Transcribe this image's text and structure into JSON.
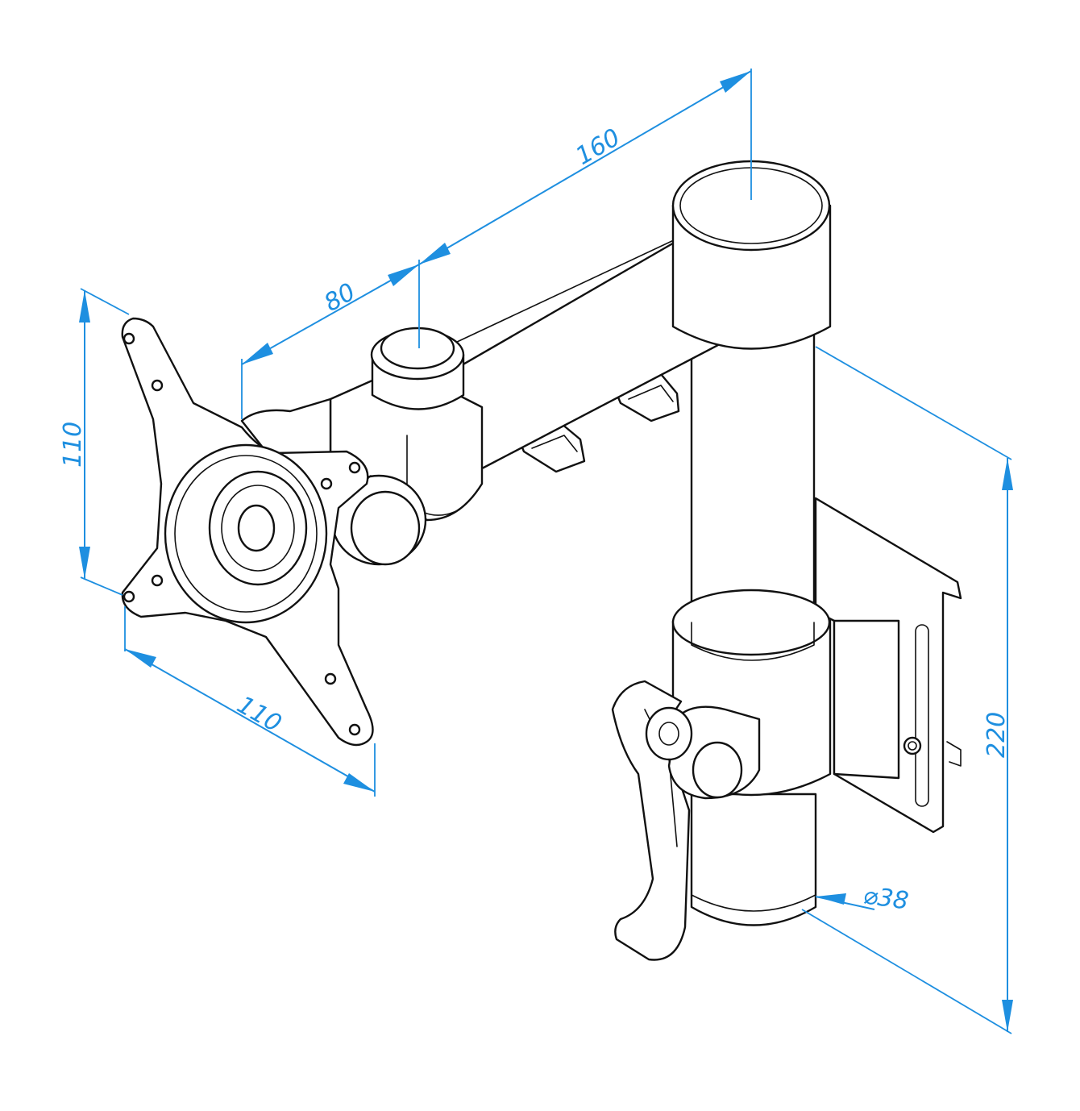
{
  "colors": {
    "dimension": "#1e8fe0",
    "outline": "#111111",
    "background": "#ffffff"
  },
  "dimensions": {
    "arm_length": "160",
    "head_offset": "80",
    "plate_height": "110",
    "plate_width": "110",
    "pole_height": "220",
    "pole_diameter": "⌀38"
  }
}
